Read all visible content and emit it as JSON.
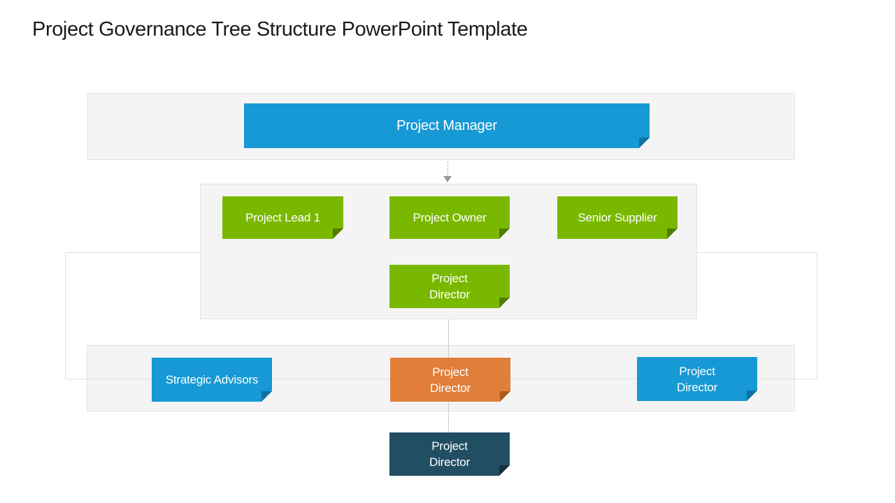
{
  "slide": {
    "title": "Project Governance Tree Structure PowerPoint Template"
  },
  "colors": {
    "blue": "#1699d4",
    "blue-fold": "#0e72a3",
    "green": "#7ab800",
    "green-fold": "#527d04",
    "orange": "#e07e3a",
    "orange-fold": "#ad5a1c",
    "navy": "#214e63",
    "navy-fold": "#13313f",
    "container-bg": "#f4f4f4",
    "container-border": "#e2e2e2",
    "outline-border": "#e0e0e0",
    "connector-dash": "#b0b0b0",
    "connector-line": "#cdcdcd",
    "arrow": "#999999"
  },
  "nodes": {
    "project_manager": "Project Manager",
    "project_lead_1": "Project Lead 1",
    "project_owner": "Project Owner",
    "senior_supplier": "Senior Supplier",
    "project_director_green": "Project Director",
    "strategic_advisors": "Strategic Advisors",
    "project_director_orange": "Project Director",
    "project_director_blue": "Project Director",
    "project_director_navy": "Project Director"
  }
}
